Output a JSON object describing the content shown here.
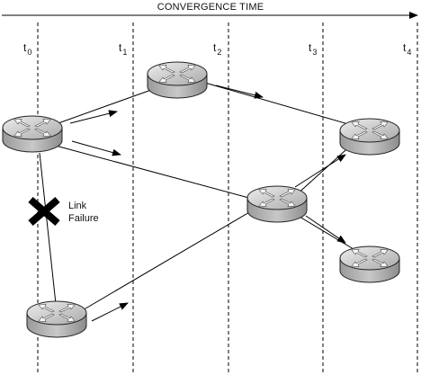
{
  "title": "CONVERGENCE TIME",
  "time_labels": [
    {
      "main": "t",
      "sub": "0"
    },
    {
      "main": "t",
      "sub": "1"
    },
    {
      "main": "t",
      "sub": "2"
    },
    {
      "main": "t",
      "sub": "3"
    },
    {
      "main": "t",
      "sub": "4"
    }
  ],
  "failure": {
    "line1": "Link",
    "line2": "Failure"
  },
  "routers": [
    "router-a",
    "router-b",
    "router-c",
    "router-d",
    "router-e",
    "router-f"
  ],
  "colors": {
    "router_body": "#c9c9c9",
    "router_top": "#d9d9d9",
    "stroke": "#000000"
  }
}
